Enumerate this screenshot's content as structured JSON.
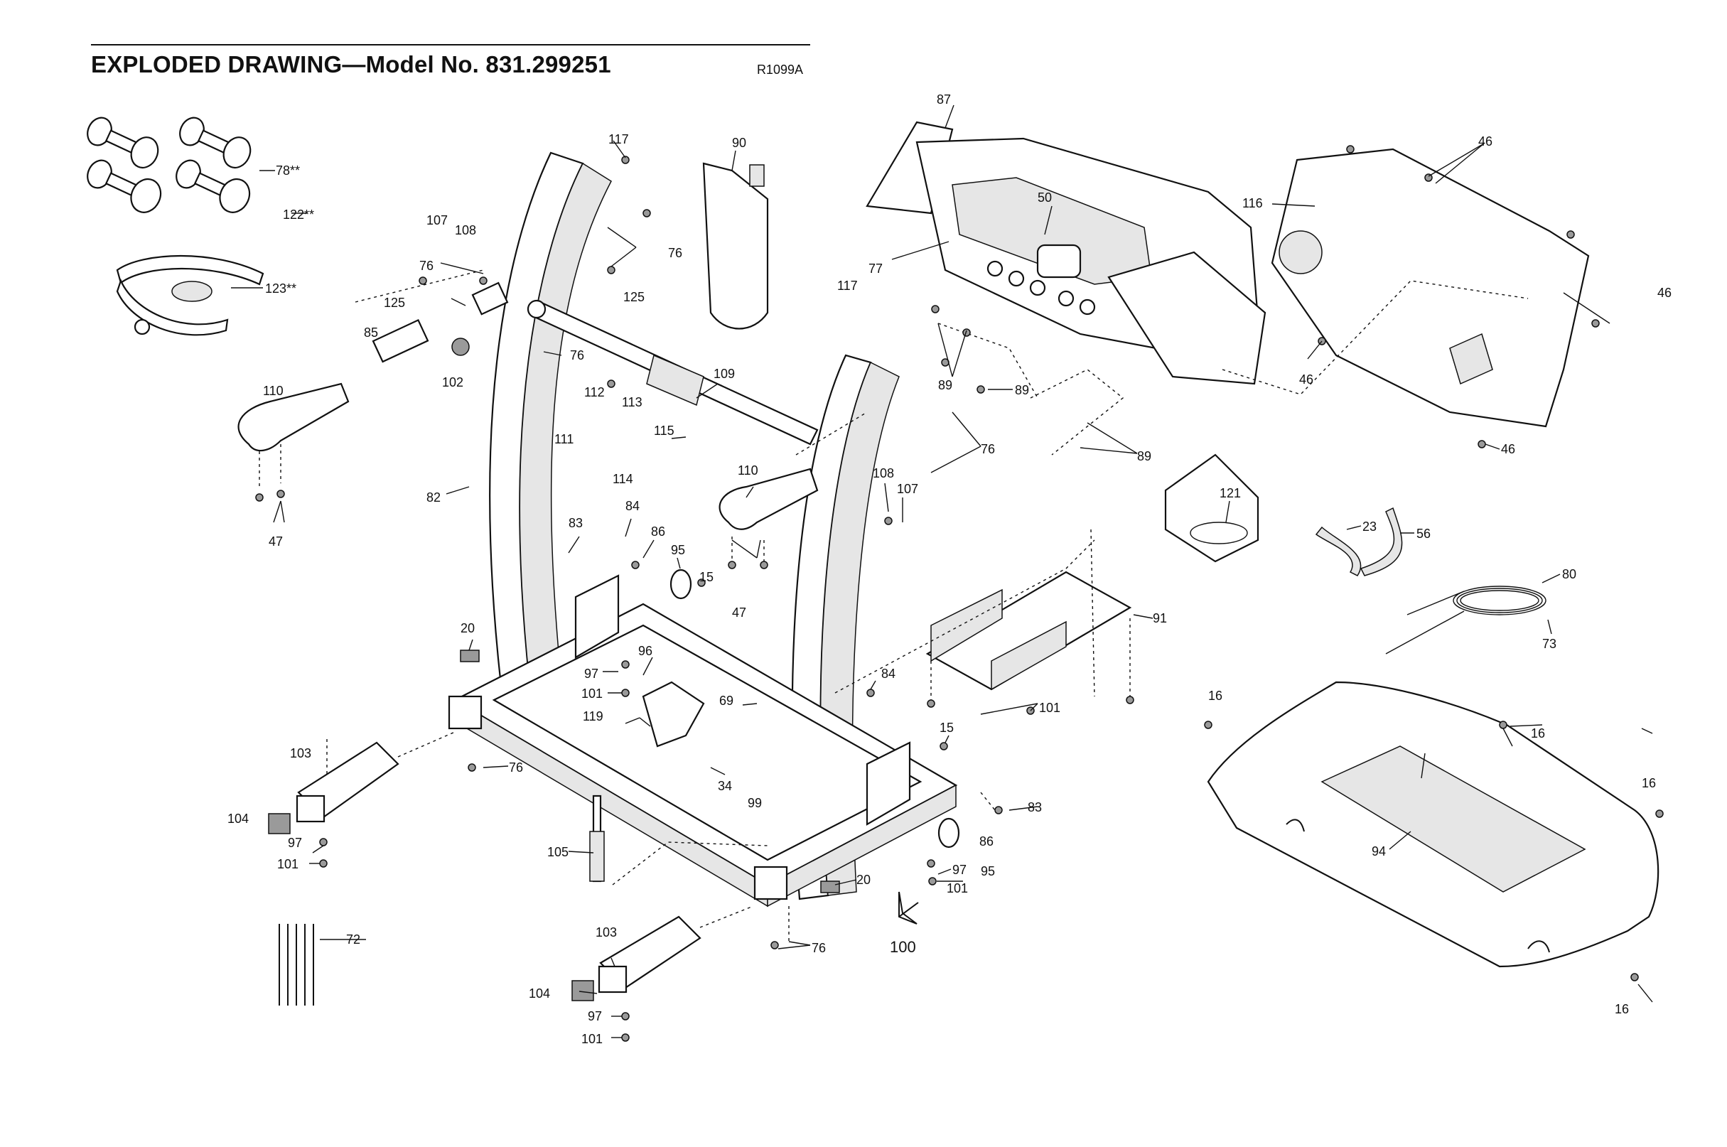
{
  "header": {
    "title": "EXPLODED DRAWING—Model No. 831.299251",
    "doc_code": "R1099A"
  },
  "callouts": {
    "p117a": "117",
    "p90": "90",
    "p87": "87",
    "p46a": "46",
    "p78": "78**",
    "p122": "122**",
    "p123": "123**",
    "p107a": "107",
    "p108a": "108",
    "p76a": "76",
    "p76b": "76",
    "p125a": "125",
    "p125b": "125",
    "p85": "85",
    "p76c": "76",
    "p102": "102",
    "p110a": "110",
    "p112": "112",
    "p113": "113",
    "p109": "109",
    "p115": "115",
    "p111": "111",
    "p114": "114",
    "p82": "82",
    "p47a": "47",
    "p50": "50",
    "p116": "116",
    "p77": "77",
    "p117b": "117",
    "p89a": "89",
    "p89b": "89",
    "p89c": "89",
    "p76d": "76",
    "p46b": "46",
    "p46c": "46",
    "p46d": "46",
    "p110b": "110",
    "p108b": "108",
    "p107b": "107",
    "p121": "121",
    "p23": "23",
    "p56": "56",
    "p80": "80",
    "p73": "73",
    "p83a": "83",
    "p84a": "84",
    "p86a": "86",
    "p95a": "95",
    "p15a": "15",
    "p47b": "47",
    "p91": "91",
    "p20a": "20",
    "p97a": "97",
    "p96": "96",
    "p101a": "101",
    "p69": "69",
    "p119": "119",
    "p84b": "84",
    "p101b": "101",
    "p15b": "15",
    "p103a": "103",
    "p76e": "76",
    "p34": "34",
    "p99": "99",
    "p83b": "83",
    "p104a": "104",
    "p97b": "97",
    "p101c": "101",
    "p105": "105",
    "p86b": "86",
    "p97c": "97",
    "p95b": "95",
    "p101d": "101",
    "p20b": "20",
    "p72": "72",
    "p100": "100",
    "p76f": "76",
    "p103b": "103",
    "p104b": "104",
    "p97d": "97",
    "p101e": "101",
    "p16a": "16",
    "p16b": "16",
    "p16c": "16",
    "p94": "94",
    "p16d": "16"
  }
}
